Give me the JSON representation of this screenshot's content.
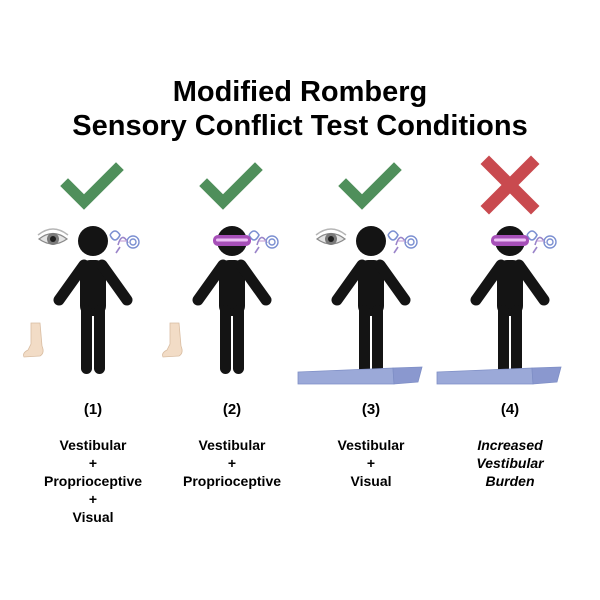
{
  "title_line1": "Modified Romberg",
  "title_line2": "Sensory Conflict Test Conditions",
  "colors": {
    "check": "#4f8f5b",
    "cross": "#c94a4f",
    "figure": "#141414",
    "foam": "#9ba9d8",
    "headset": "#a64fb8",
    "leg": "#f2dcc6"
  },
  "conditions": [
    {
      "number": "(1)",
      "result": "check-icon",
      "vision": "eye-icon",
      "surface": "leg-icon",
      "lines": [
        "Vestibular",
        "+",
        "Proprioceptive",
        "+",
        "Visual"
      ],
      "italic": false
    },
    {
      "number": "(2)",
      "result": "check-icon",
      "vision": "vr-headset-icon",
      "surface": "leg-icon",
      "lines": [
        "Vestibular",
        "+",
        "Proprioceptive"
      ],
      "italic": false
    },
    {
      "number": "(3)",
      "result": "check-icon",
      "vision": "eye-icon",
      "surface": "foam-pad-icon",
      "lines": [
        "Vestibular",
        "+",
        "Visual"
      ],
      "italic": false
    },
    {
      "number": "(4)",
      "result": "cross-icon",
      "vision": "vr-headset-icon",
      "surface": "foam-pad-icon",
      "lines": [
        "Increased",
        "Vestibular",
        "Burden"
      ],
      "italic": true
    }
  ]
}
